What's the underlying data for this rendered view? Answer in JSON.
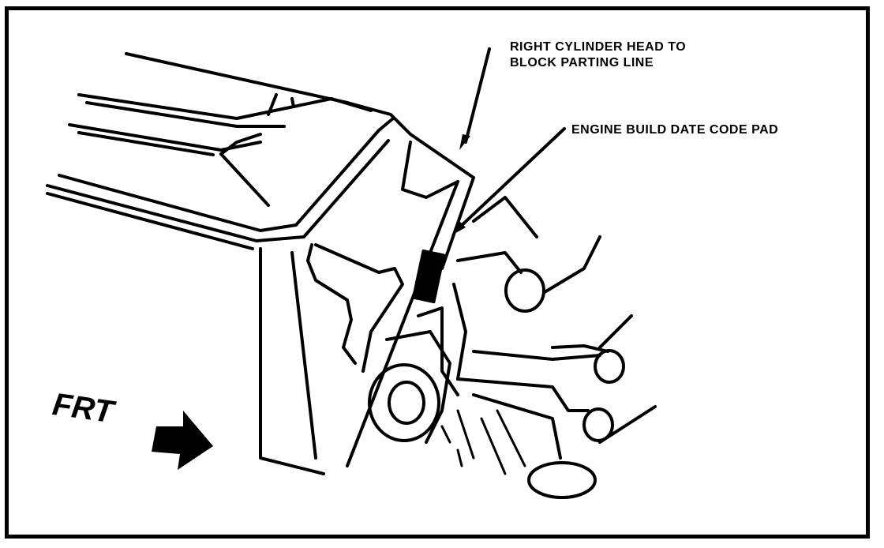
{
  "callouts": {
    "parting_line": "RIGHT CYLINDER HEAD TO\nBLOCK PARTING LINE",
    "date_code_pad": "ENGINE BUILD DATE CODE PAD"
  },
  "direction": {
    "label": "FRT",
    "icon": "arrow-right-icon"
  },
  "colors": {
    "ink": "#000000",
    "paper": "#ffffff"
  }
}
